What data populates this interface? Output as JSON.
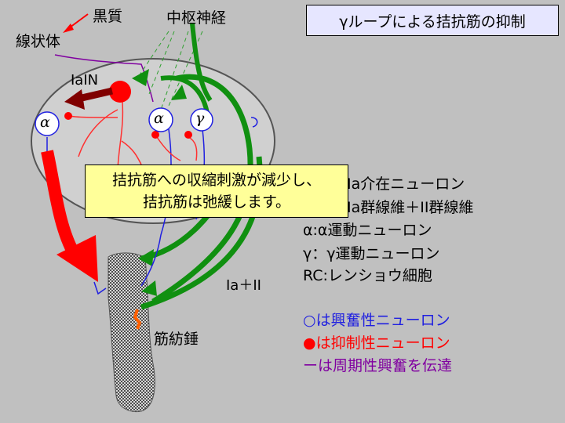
{
  "title": "γループによる拮抗筋の抑制",
  "labels": {
    "kokushitsu": "黒質",
    "senjotai": "線状体",
    "chusu": "中枢神経",
    "iain": "IaIN",
    "alpha_left": "α",
    "alpha_mid": "α",
    "gamma_mid": "γ",
    "ia_ii": "Ia＋II",
    "kinbouse": "筋紡錘"
  },
  "callout": {
    "line1": "拮抗筋への収縮刺激が減少し、",
    "line2": "拮抗筋は弛緩します。"
  },
  "legend": {
    "line1": "Ia介在ニューロン",
    "line2": "Ia群線維＋II群線維",
    "line3": "α:α運動ニューロン",
    "line4": "γ：γ運動ニューロン",
    "line5": "RC:レンショウ細胞",
    "excite": "○は興奮性ニューロン",
    "inhibit": "●は抑制性ニューロン",
    "periodic": "ーは周期性興奮を伝達"
  }
}
